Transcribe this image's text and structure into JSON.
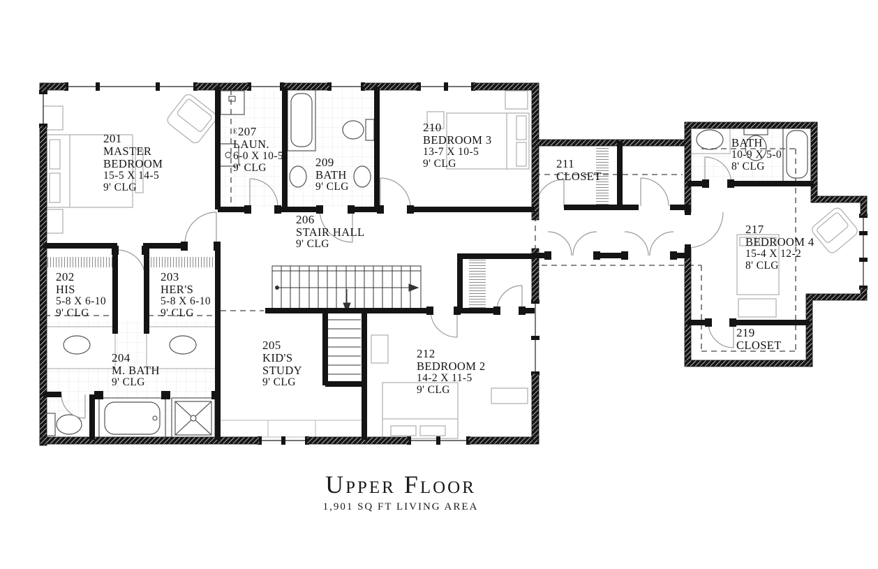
{
  "title": {
    "main": "Upper Floor",
    "subtitle": "1,901 SQ FT LIVING AREA"
  },
  "rooms": {
    "master_bedroom": {
      "number": "201",
      "name": "MASTER BEDROOM",
      "dims": "15-5 X 14-5",
      "ceiling": "9' CLG"
    },
    "his_closet": {
      "number": "202",
      "name": "HIS",
      "dims": "5-8 X 6-10",
      "ceiling": "9' CLG"
    },
    "hers_closet": {
      "number": "203",
      "name": "HER'S",
      "dims": "5-8 X 6-10",
      "ceiling": "9' CLG"
    },
    "master_bath": {
      "number": "204",
      "name": "M. BATH",
      "ceiling": "9' CLG"
    },
    "kids_study": {
      "number": "205",
      "name": "KID'S STUDY",
      "ceiling": "9' CLG"
    },
    "stair_hall": {
      "number": "206",
      "name": "STAIR HALL",
      "ceiling": "9' CLG"
    },
    "laundry": {
      "number": "207",
      "marker": "E",
      "name": "LAUN.",
      "dims": "6-0 X 10-5",
      "ceiling": "9' CLG"
    },
    "bath_209": {
      "number": "209",
      "name": "BATH",
      "ceiling": "9' CLG"
    },
    "bedroom_3": {
      "number": "210",
      "name": "BEDROOM 3",
      "dims": "13-7 X 10-5",
      "ceiling": "9' CLG"
    },
    "closet_211": {
      "number": "211",
      "name": "CLOSET"
    },
    "bedroom_2": {
      "number": "212",
      "name": "BEDROOM 2",
      "dims": "14-2 X 11-5",
      "ceiling": "9' CLG"
    },
    "upper_bath": {
      "name": "BATH",
      "dims": "10-9 X 5-0",
      "ceiling": "8' CLG"
    },
    "bedroom_4": {
      "number": "217",
      "name": "BEDROOM 4",
      "dims": "15-4 X 12-2",
      "ceiling": "8' CLG"
    },
    "closet_219": {
      "number": "219",
      "name": "CLOSET"
    }
  },
  "colors": {
    "walls": "#141414",
    "fixtures": "#b4b4b4",
    "doors": "#9a9a9a",
    "dashed": "#444444",
    "paper": "#ffffff"
  }
}
